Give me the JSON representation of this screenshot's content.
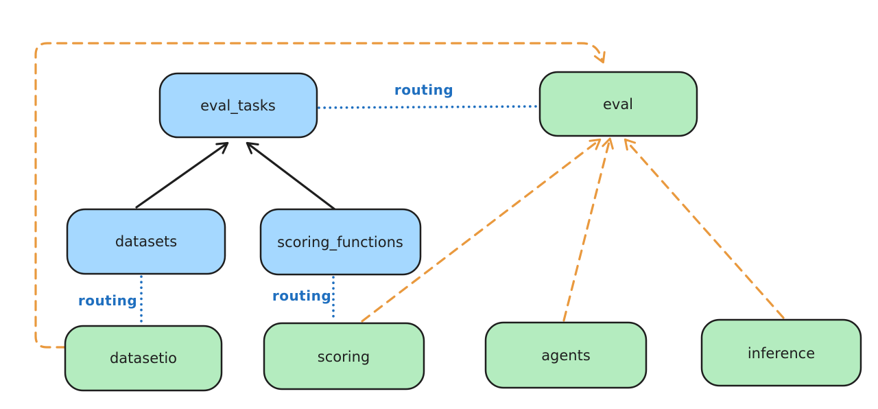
{
  "diagram": {
    "type": "architecture-graph",
    "background": "#ffffff",
    "colors": {
      "stroke": "#1e1e1e",
      "blue_fill": "#a5d8ff",
      "green_fill": "#b4ecbf",
      "routing_blue": "#1f6fbf",
      "orange": "#e9993e",
      "bg": "#ffffff"
    },
    "nodes": [
      {
        "id": "eval_tasks",
        "label": "eval_tasks",
        "fill": "blue"
      },
      {
        "id": "eval",
        "label": "eval",
        "fill": "green"
      },
      {
        "id": "datasets",
        "label": "datasets",
        "fill": "blue"
      },
      {
        "id": "scoring_functions",
        "label": "scoring_functions",
        "fill": "blue"
      },
      {
        "id": "datasetio",
        "label": "datasetio",
        "fill": "green"
      },
      {
        "id": "scoring",
        "label": "scoring",
        "fill": "green"
      },
      {
        "id": "agents",
        "label": "agents",
        "fill": "green"
      },
      {
        "id": "inference",
        "label": "inference",
        "fill": "green"
      }
    ],
    "edges": [
      {
        "from": "datasets",
        "to": "eval_tasks",
        "style": "solid",
        "color": "black",
        "arrow": "end"
      },
      {
        "from": "scoring_functions",
        "to": "eval_tasks",
        "style": "solid",
        "color": "black",
        "arrow": "end"
      },
      {
        "from": "eval_tasks",
        "to": "eval",
        "style": "dotted",
        "color": "blue",
        "arrow": "none",
        "label": "routing"
      },
      {
        "from": "datasets",
        "to": "datasetio",
        "style": "dotted",
        "color": "blue",
        "arrow": "none",
        "label": "routing"
      },
      {
        "from": "scoring_functions",
        "to": "scoring",
        "style": "dotted",
        "color": "blue",
        "arrow": "none",
        "label": "routing"
      },
      {
        "from": "datasetio",
        "to": "eval",
        "style": "dashed",
        "color": "orange",
        "arrow": "end"
      },
      {
        "from": "scoring",
        "to": "eval",
        "style": "dashed",
        "color": "orange",
        "arrow": "end"
      },
      {
        "from": "agents",
        "to": "eval",
        "style": "dashed",
        "color": "orange",
        "arrow": "end"
      },
      {
        "from": "inference",
        "to": "eval",
        "style": "dashed",
        "color": "orange",
        "arrow": "end"
      }
    ]
  }
}
